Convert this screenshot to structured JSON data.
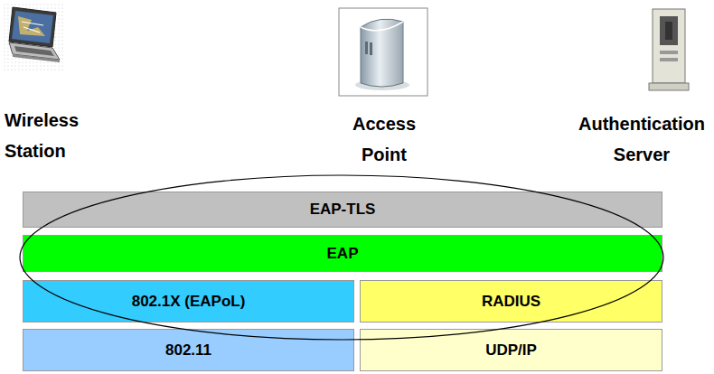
{
  "diagram": {
    "nodes": [
      {
        "text": [
          "EAP-TLS"
        ]
      },
      {
        "text": [
          "EAP"
        ]
      },
      {
        "text": [
          "802.1X (EAPoL)"
        ]
      },
      {
        "text": [
          "RADIUS"
        ]
      },
      {
        "text": [
          "802.11"
        ]
      },
      {
        "text": [
          "UDP/IP"
        ]
      }
    ],
    "labels": [
      "Wireless Station",
      "Access Point",
      "Authentication Server"
    ]
  }
}
